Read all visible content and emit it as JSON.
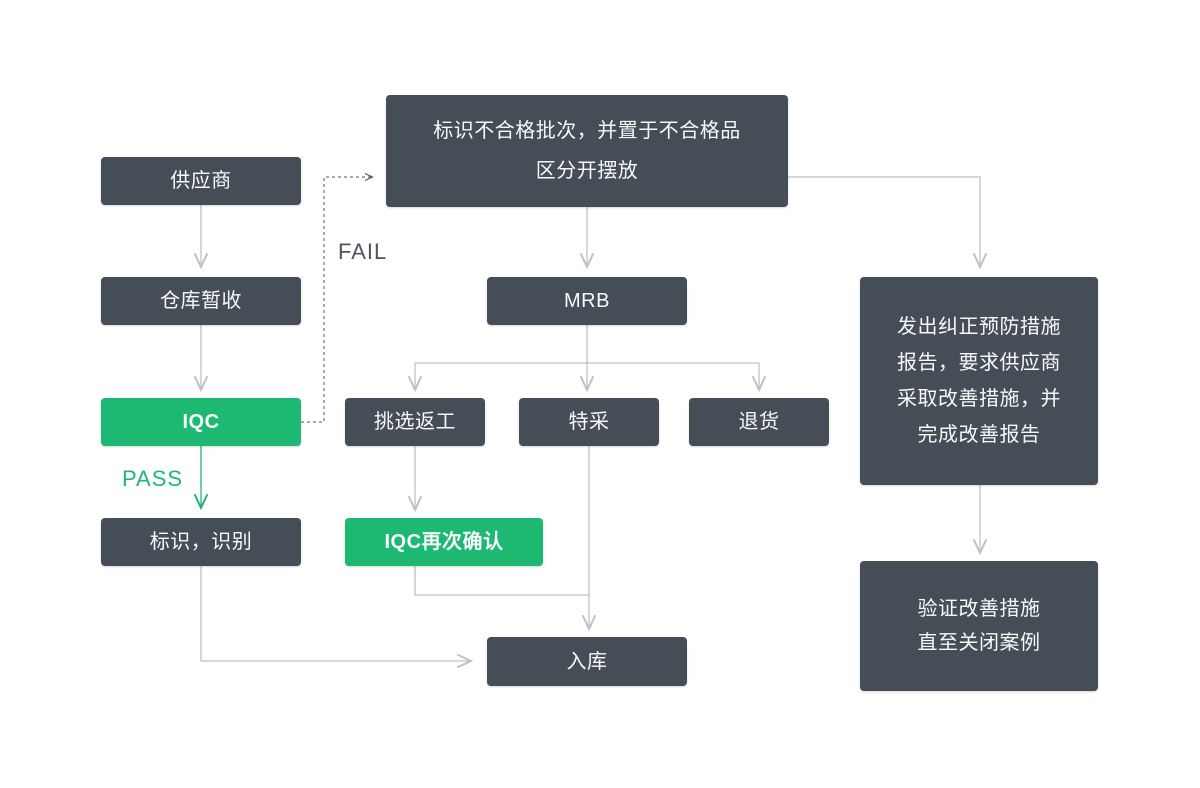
{
  "colors": {
    "node_dark": "#454D57",
    "node_green": "#1DB872",
    "edge": "#BDC2C8",
    "edge_dashed": "#4E545E",
    "node_text": "#F7F8F9",
    "fail_text": "#4E5560",
    "pass_text": "#1DB872",
    "background": "#FFFFFF"
  },
  "edge_labels": {
    "fail": "FAIL",
    "pass": "PASS"
  },
  "nodes": {
    "supplier": {
      "label": "供应商"
    },
    "warehouse_receive": {
      "label": "仓库暂收"
    },
    "iqc": {
      "label": "IQC"
    },
    "mark_identify": {
      "label": "标识，识别"
    },
    "nonconforming_hold": {
      "label": "标识不合格批次，并置于不合格品\n区分开摆放"
    },
    "mrb": {
      "label": "MRB"
    },
    "sort_rework": {
      "label": "挑选返工"
    },
    "special_accept": {
      "label": "特采"
    },
    "return_goods": {
      "label": "退货"
    },
    "iqc_recheck": {
      "label": "IQC再次确认"
    },
    "warehouse_in": {
      "label": "入库"
    },
    "capa_report": {
      "label": "发出纠正预防措施\n报告，要求供应商\n采取改善措施，并\n完成改善报告"
    },
    "verify_close": {
      "label": "验证改善措施\n直至关闭案例"
    }
  }
}
